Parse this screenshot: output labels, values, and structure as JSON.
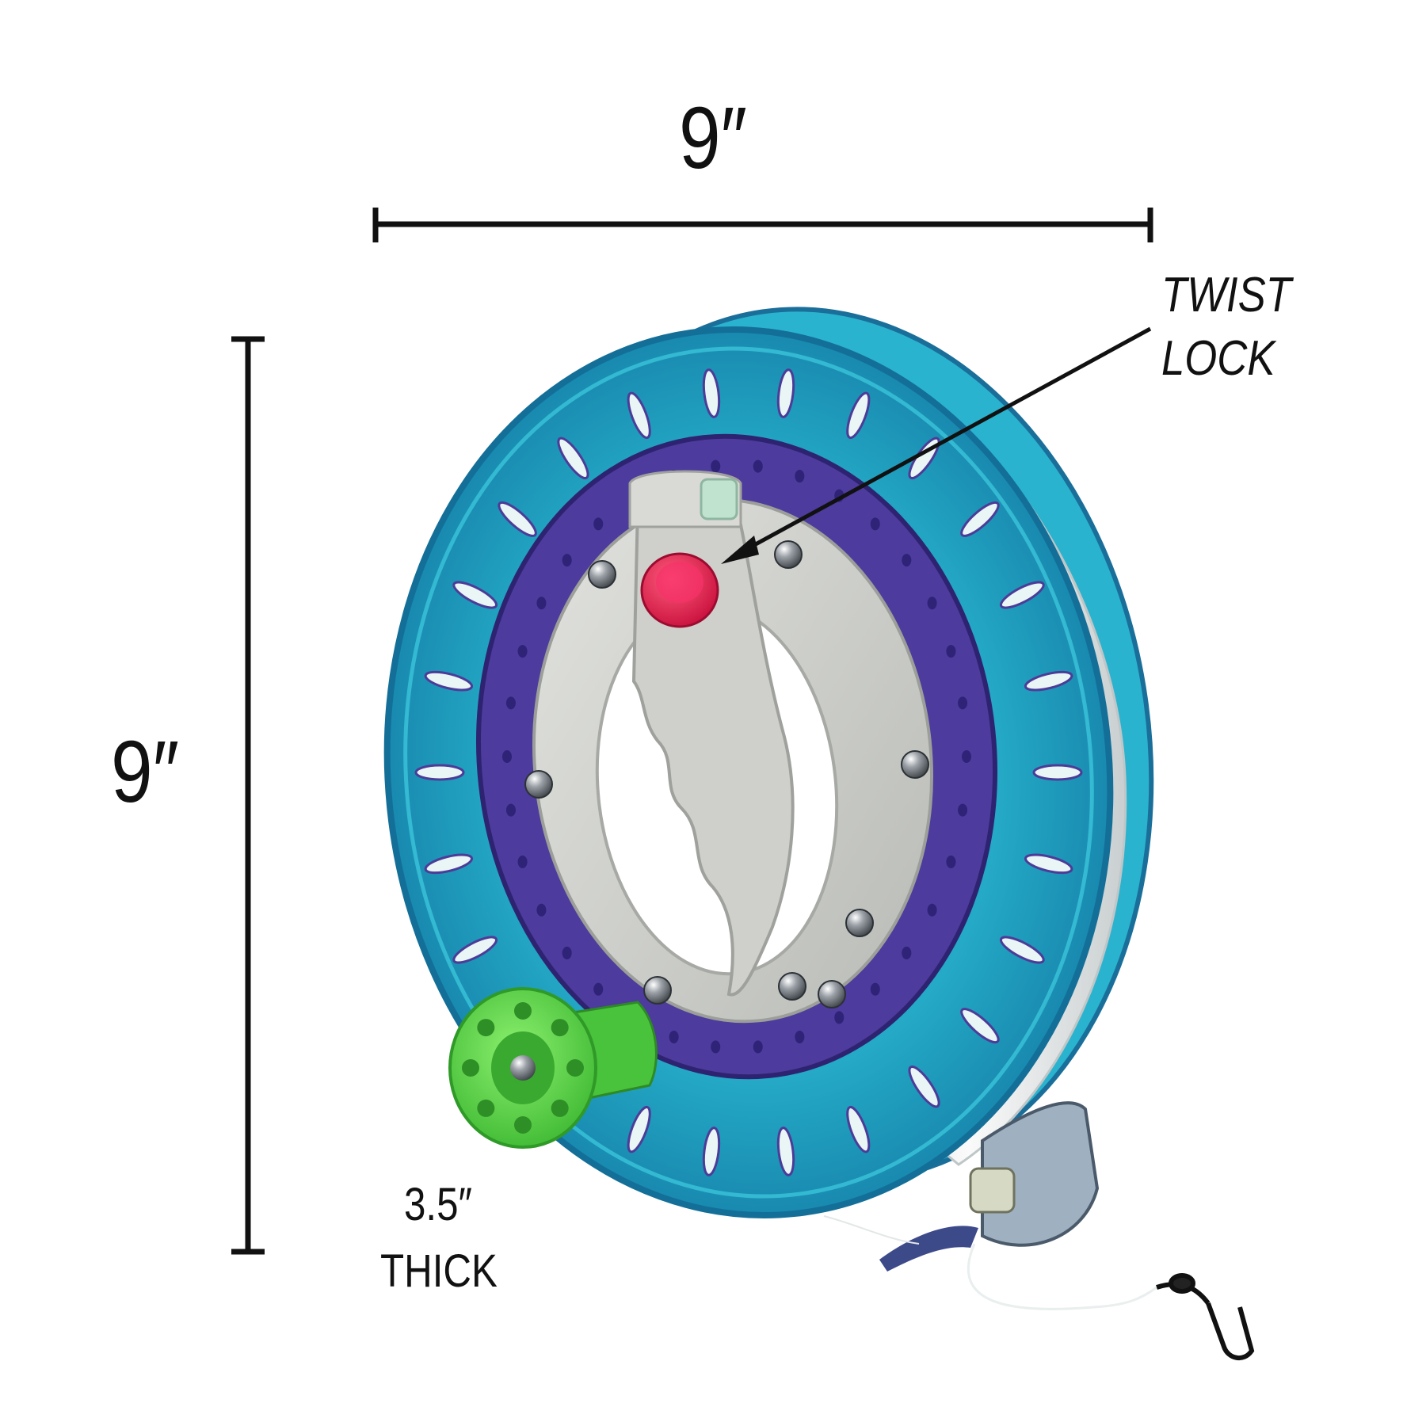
{
  "dimensions": {
    "width_label": "9″",
    "height_label": "9″",
    "thickness_label": "3.5″",
    "thickness_word": "THICK"
  },
  "callout": {
    "line1": "TWIST",
    "line2": "LOCK"
  },
  "colors": {
    "reel_cyan": "#1aa7c9",
    "reel_purple": "#4b3a9a",
    "hub_gray": "#cfd0cc",
    "knob_pink": "#e8184a",
    "handle_green": "#58d34a",
    "line_white": "#f4f6f6",
    "ink": "#111111"
  }
}
